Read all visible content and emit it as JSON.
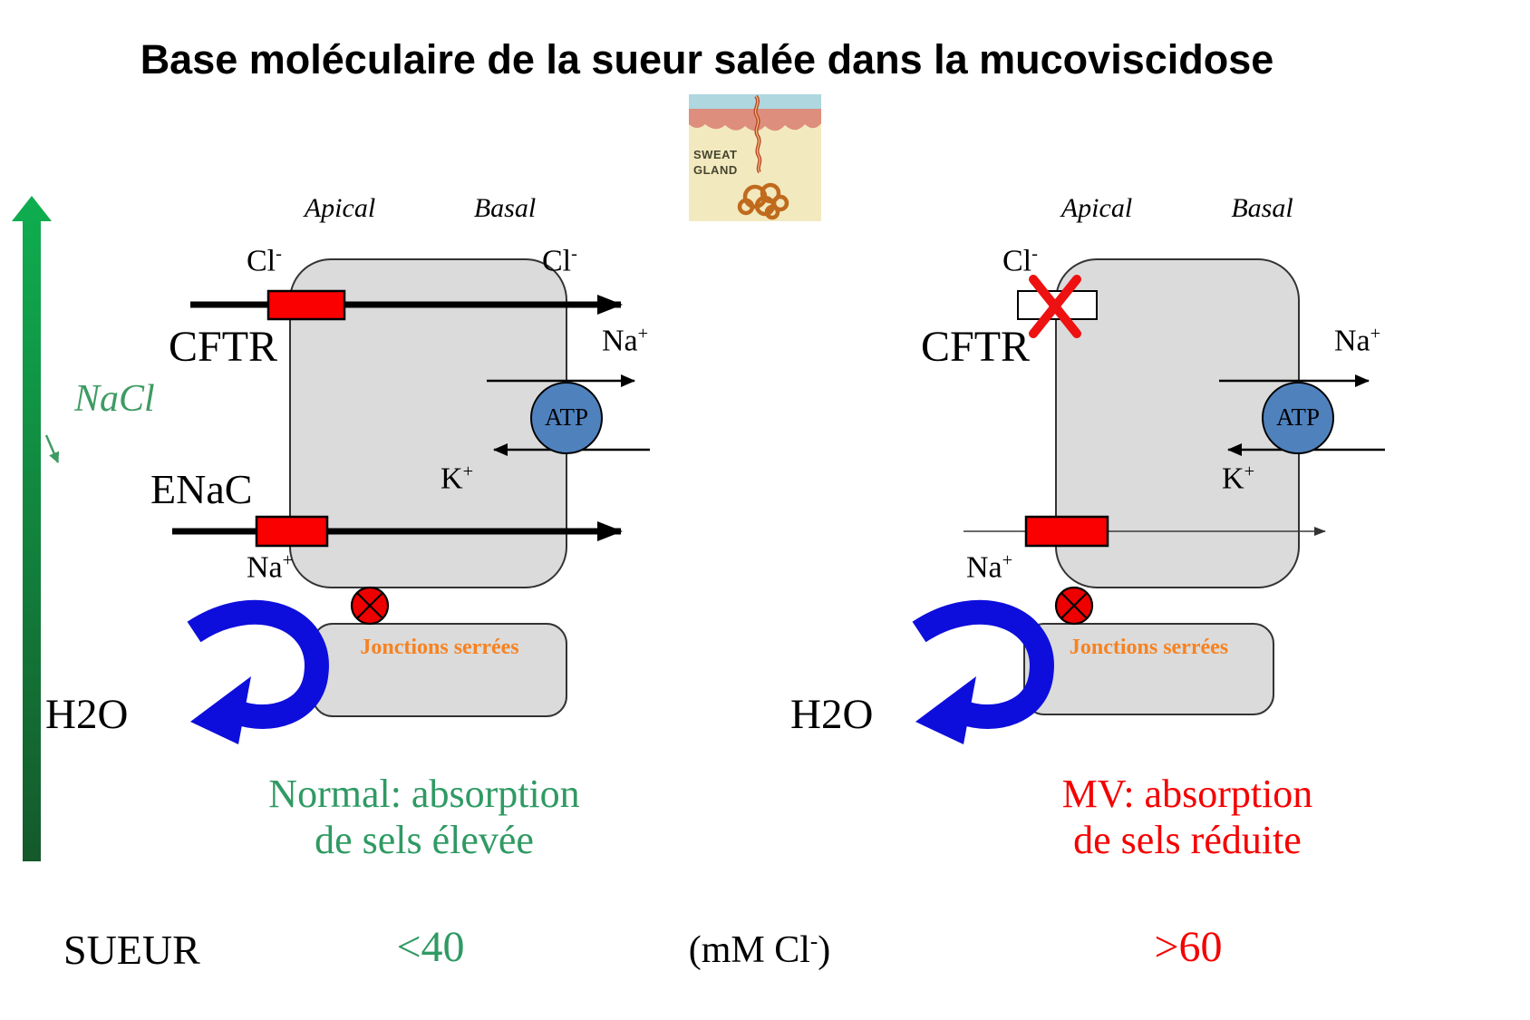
{
  "title": "Base moléculaire de la sueur salée dans la mucoviscidose",
  "sweat_gland_image": {
    "caption_line1": "SWEAT",
    "caption_line2": "GLAND"
  },
  "gradient_arrow": {
    "label": "NaCl"
  },
  "panels": {
    "left": {
      "membrane_labels": {
        "apical": "Apical",
        "basal": "Basal"
      },
      "cftr": {
        "label": "CFTR",
        "apical_ion": "Cl",
        "apical_ion_sup": "-",
        "basal_ion": "Cl",
        "basal_ion_sup": "-"
      },
      "pump": {
        "label": "ATP",
        "na": "Na",
        "na_sup": "+",
        "k": "K",
        "k_sup": "+"
      },
      "enac": {
        "label": "ENaC",
        "ion": "Na",
        "ion_sup": "+"
      },
      "junction_label": "Jonctions serrées",
      "water_label": "H2O",
      "caption": {
        "line1": "Normal: absorption",
        "line2": "de sels élevée"
      }
    },
    "right": {
      "membrane_labels": {
        "apical": "Apical",
        "basal": "Basal"
      },
      "cftr": {
        "label": "CFTR",
        "apical_ion": "Cl",
        "apical_ion_sup": "-"
      },
      "pump": {
        "label": "ATP",
        "na": "Na",
        "na_sup": "+",
        "k": "K",
        "k_sup": "+"
      },
      "enac": {
        "ion": "Na",
        "ion_sup": "+"
      },
      "junction_label": "Jonctions serrées",
      "water_label": "H2O",
      "caption": {
        "line1": "MV: absorption",
        "line2": "de sels réduite"
      }
    }
  },
  "footer": {
    "label": "SUEUR",
    "normal_value": "<40",
    "unit_open": "(mM Cl",
    "unit_sup": "-",
    "unit_close": ")",
    "mv_value": ">60"
  },
  "colors": {
    "green_text": "#2f9a63",
    "nacl_green": "#3e9b63",
    "red_text": "#f50000",
    "orange_text": "#f78220",
    "blue_arrow": "#0e0edc",
    "atp_fill": "#4f81bd",
    "cell_fill": "#dbdbdb",
    "channel_red": "#fb0000",
    "arrow_gradient_top": "#0fae50",
    "arrow_gradient_bottom": "#14592b"
  }
}
